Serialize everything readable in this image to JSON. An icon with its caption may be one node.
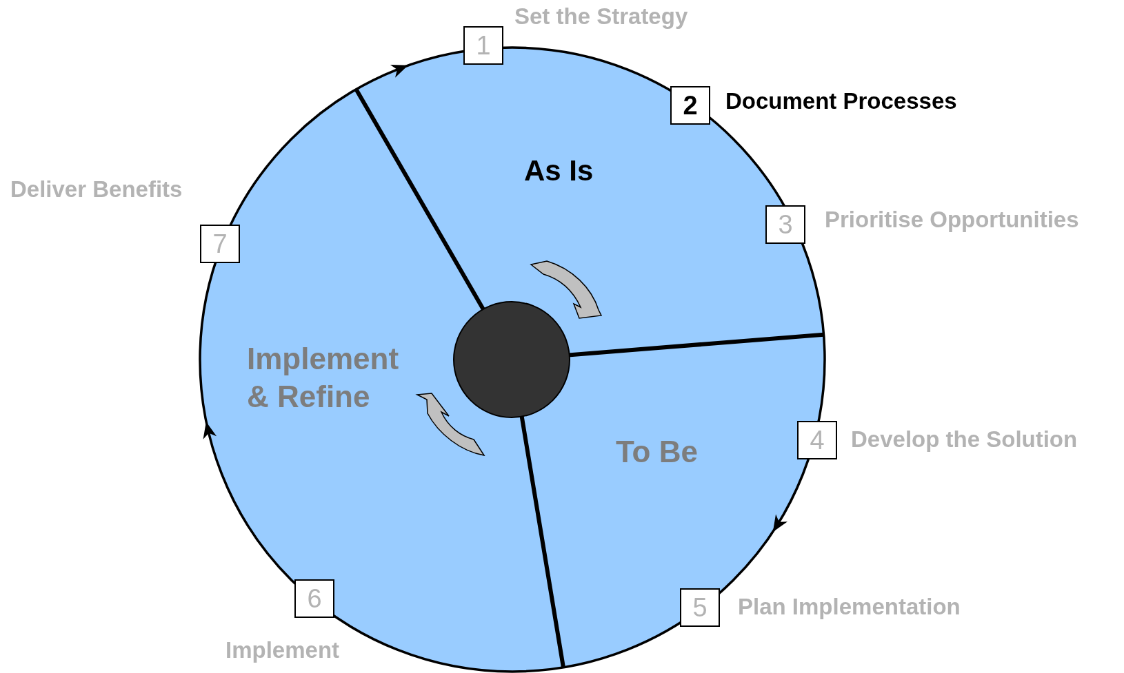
{
  "diagram": {
    "nodes": [
      {
        "text": [
          "As Is"
        ]
      },
      {
        "text": [
          "To Be"
        ]
      },
      {
        "text": [
          "Implement & Refine"
        ]
      },
      {
        "text": [
          "1"
        ],
        "beside": [
          "Set the Strategy"
        ]
      },
      {
        "text": [
          "2"
        ],
        "beside": [
          "Document Processes"
        ]
      },
      {
        "text": [
          "3"
        ],
        "beside": [
          "Prioritise Opportunities"
        ]
      },
      {
        "text": [
          "4"
        ],
        "beside": [
          "Develop the Solution"
        ]
      },
      {
        "text": [
          "5"
        ],
        "beside": [
          "Plan Implementation"
        ]
      },
      {
        "text": [
          "6"
        ],
        "beside": [
          "Implement"
        ]
      },
      {
        "text": [
          "7"
        ],
        "beside": [
          "Deliver Benefits"
        ]
      },
      {
        "text": [],
        "shape": "circle"
      }
    ]
  }
}
